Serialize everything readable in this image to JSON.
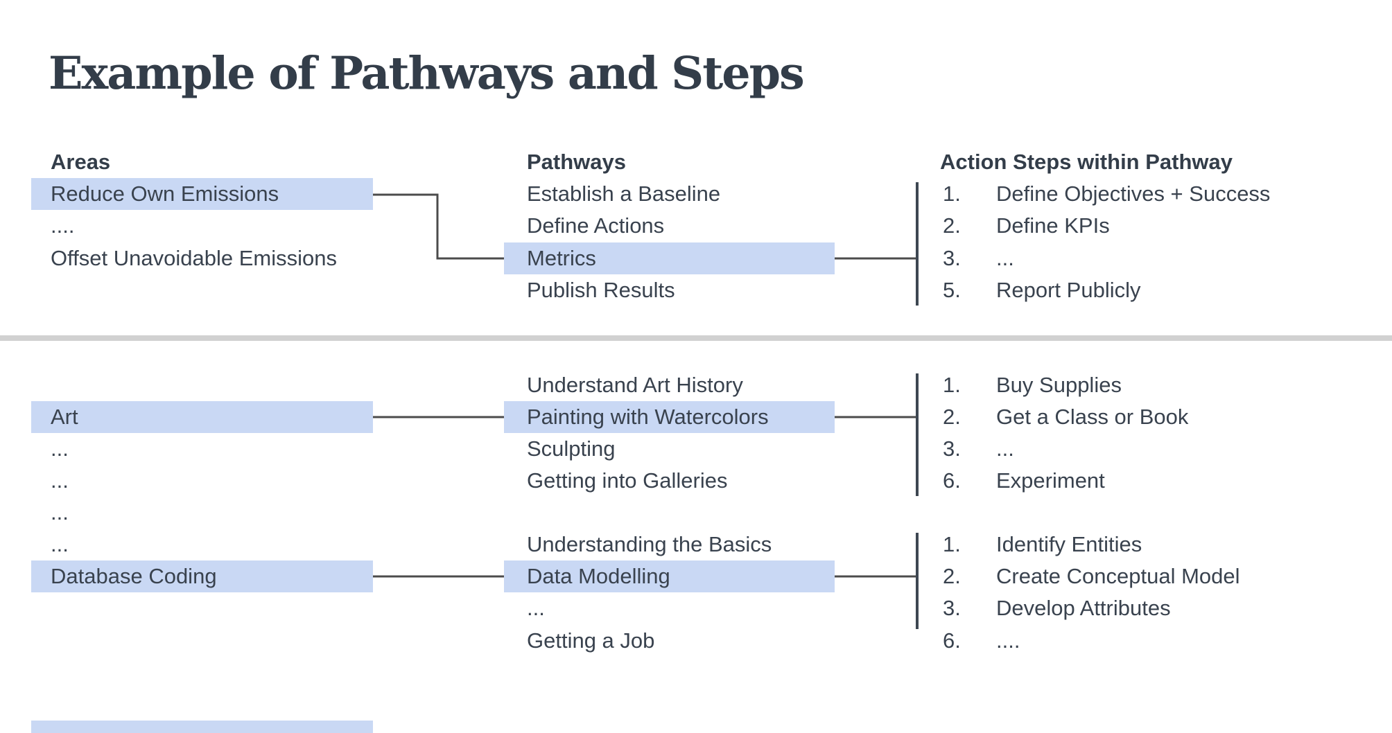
{
  "title": "Example of Pathways and Steps",
  "colors": {
    "text": "#39424e",
    "title": "#333d49",
    "highlight": "#c9d8f4",
    "connector": "#4b4b4b",
    "bar": "#3e4752",
    "divider": "#d1d1d1",
    "bg": "#ffffff"
  },
  "headers": {
    "areas": "Areas",
    "pathways": "Pathways",
    "steps": "Action Steps within Pathway"
  },
  "s1": {
    "areas": [
      {
        "label": "Reduce Own Emissions",
        "highlighted": true
      },
      {
        "label": "....",
        "highlighted": false
      },
      {
        "label": "Offset Unavoidable Emissions",
        "highlighted": false
      }
    ],
    "pathways": [
      {
        "label": "Establish a Baseline",
        "highlighted": false
      },
      {
        "label": "Define Actions",
        "highlighted": false
      },
      {
        "label": "Metrics",
        "highlighted": true
      },
      {
        "label": "Publish Results",
        "highlighted": false
      }
    ],
    "steps": [
      {
        "num": "1.",
        "label": "Define Objectives + Success"
      },
      {
        "num": "2.",
        "label": "Define KPIs"
      },
      {
        "num": "3.",
        "label": "..."
      },
      {
        "num": "5.",
        "label": "Report Publicly"
      }
    ]
  },
  "s2": {
    "areas": [
      {
        "label": "Art",
        "highlighted": true
      },
      {
        "label": "...",
        "highlighted": false
      },
      {
        "label": "...",
        "highlighted": false
      },
      {
        "label": "...",
        "highlighted": false
      },
      {
        "label": "...",
        "highlighted": false
      },
      {
        "label": "Database Coding",
        "highlighted": true
      }
    ],
    "pathways": [
      {
        "label": "Understand Art History",
        "highlighted": false
      },
      {
        "label": "Painting with Watercolors",
        "highlighted": true
      },
      {
        "label": "Sculpting",
        "highlighted": false
      },
      {
        "label": "Getting into Galleries",
        "highlighted": false
      }
    ],
    "steps": [
      {
        "num": "1.",
        "label": "Buy Supplies"
      },
      {
        "num": "2.",
        "label": "Get a Class or Book"
      },
      {
        "num": "3.",
        "label": "..."
      },
      {
        "num": "6.",
        "label": "Experiment"
      }
    ]
  },
  "s3": {
    "pathways": [
      {
        "label": "Understanding the Basics",
        "highlighted": false
      },
      {
        "label": "Data Modelling",
        "highlighted": true
      },
      {
        "label": "...",
        "highlighted": false
      },
      {
        "label": "Getting a Job",
        "highlighted": false
      }
    ],
    "steps": [
      {
        "num": "1.",
        "label": "Identify Entities"
      },
      {
        "num": "2.",
        "label": "Create Conceptual Model"
      },
      {
        "num": "3.",
        "label": "Develop Attributes"
      },
      {
        "num": "6.",
        "label": "...."
      }
    ]
  }
}
